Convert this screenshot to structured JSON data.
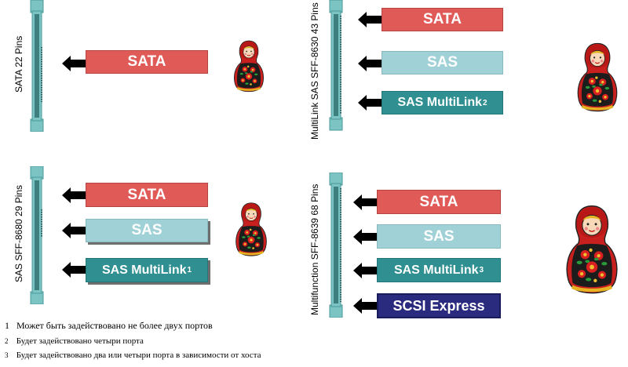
{
  "colors": {
    "sata": "#e05a57",
    "sas": "#9fd1d6",
    "sas_multilink": "#2f8f91",
    "scsi_express": "#2a2b7e",
    "connector": "#7cc4c4",
    "arrow": "#000000"
  },
  "panels": {
    "p1": {
      "title": "SATA 22 Pins",
      "labels": {
        "sata": "SATA"
      }
    },
    "p2": {
      "title": "MultiLink SAS SFF-8630 43 Pins",
      "labels": {
        "sata": "SATA",
        "sas": "SAS",
        "sas_ml": "SAS MultiLink",
        "sas_ml_sup": "2"
      }
    },
    "p3": {
      "title": "SAS SFF-8680 29 Pins",
      "labels": {
        "sata": "SATA",
        "sas": "SAS",
        "sas_ml": "SAS MultiLink",
        "sas_ml_sup": "1"
      }
    },
    "p4": {
      "title": "Multifunction SFF-8639 68 Pins",
      "labels": {
        "sata": "SATA",
        "sas": "SAS",
        "sas_ml": "SAS MultiLink",
        "sas_ml_sup": "3",
        "scsi": "SCSI Express"
      }
    }
  },
  "icons": {
    "doll": "matryoshka-doll-icon",
    "arrow": "left-arrow-icon",
    "connector": "connector-icon"
  },
  "footnotes": [
    {
      "num": "1",
      "text": "Может быть задействовано не более двух портов"
    },
    {
      "num": "2",
      "text": "Будет задействовано четыри порта"
    },
    {
      "num": "3",
      "text": "Будет задействовано два или четыри порта в зависимости от хоста"
    }
  ]
}
